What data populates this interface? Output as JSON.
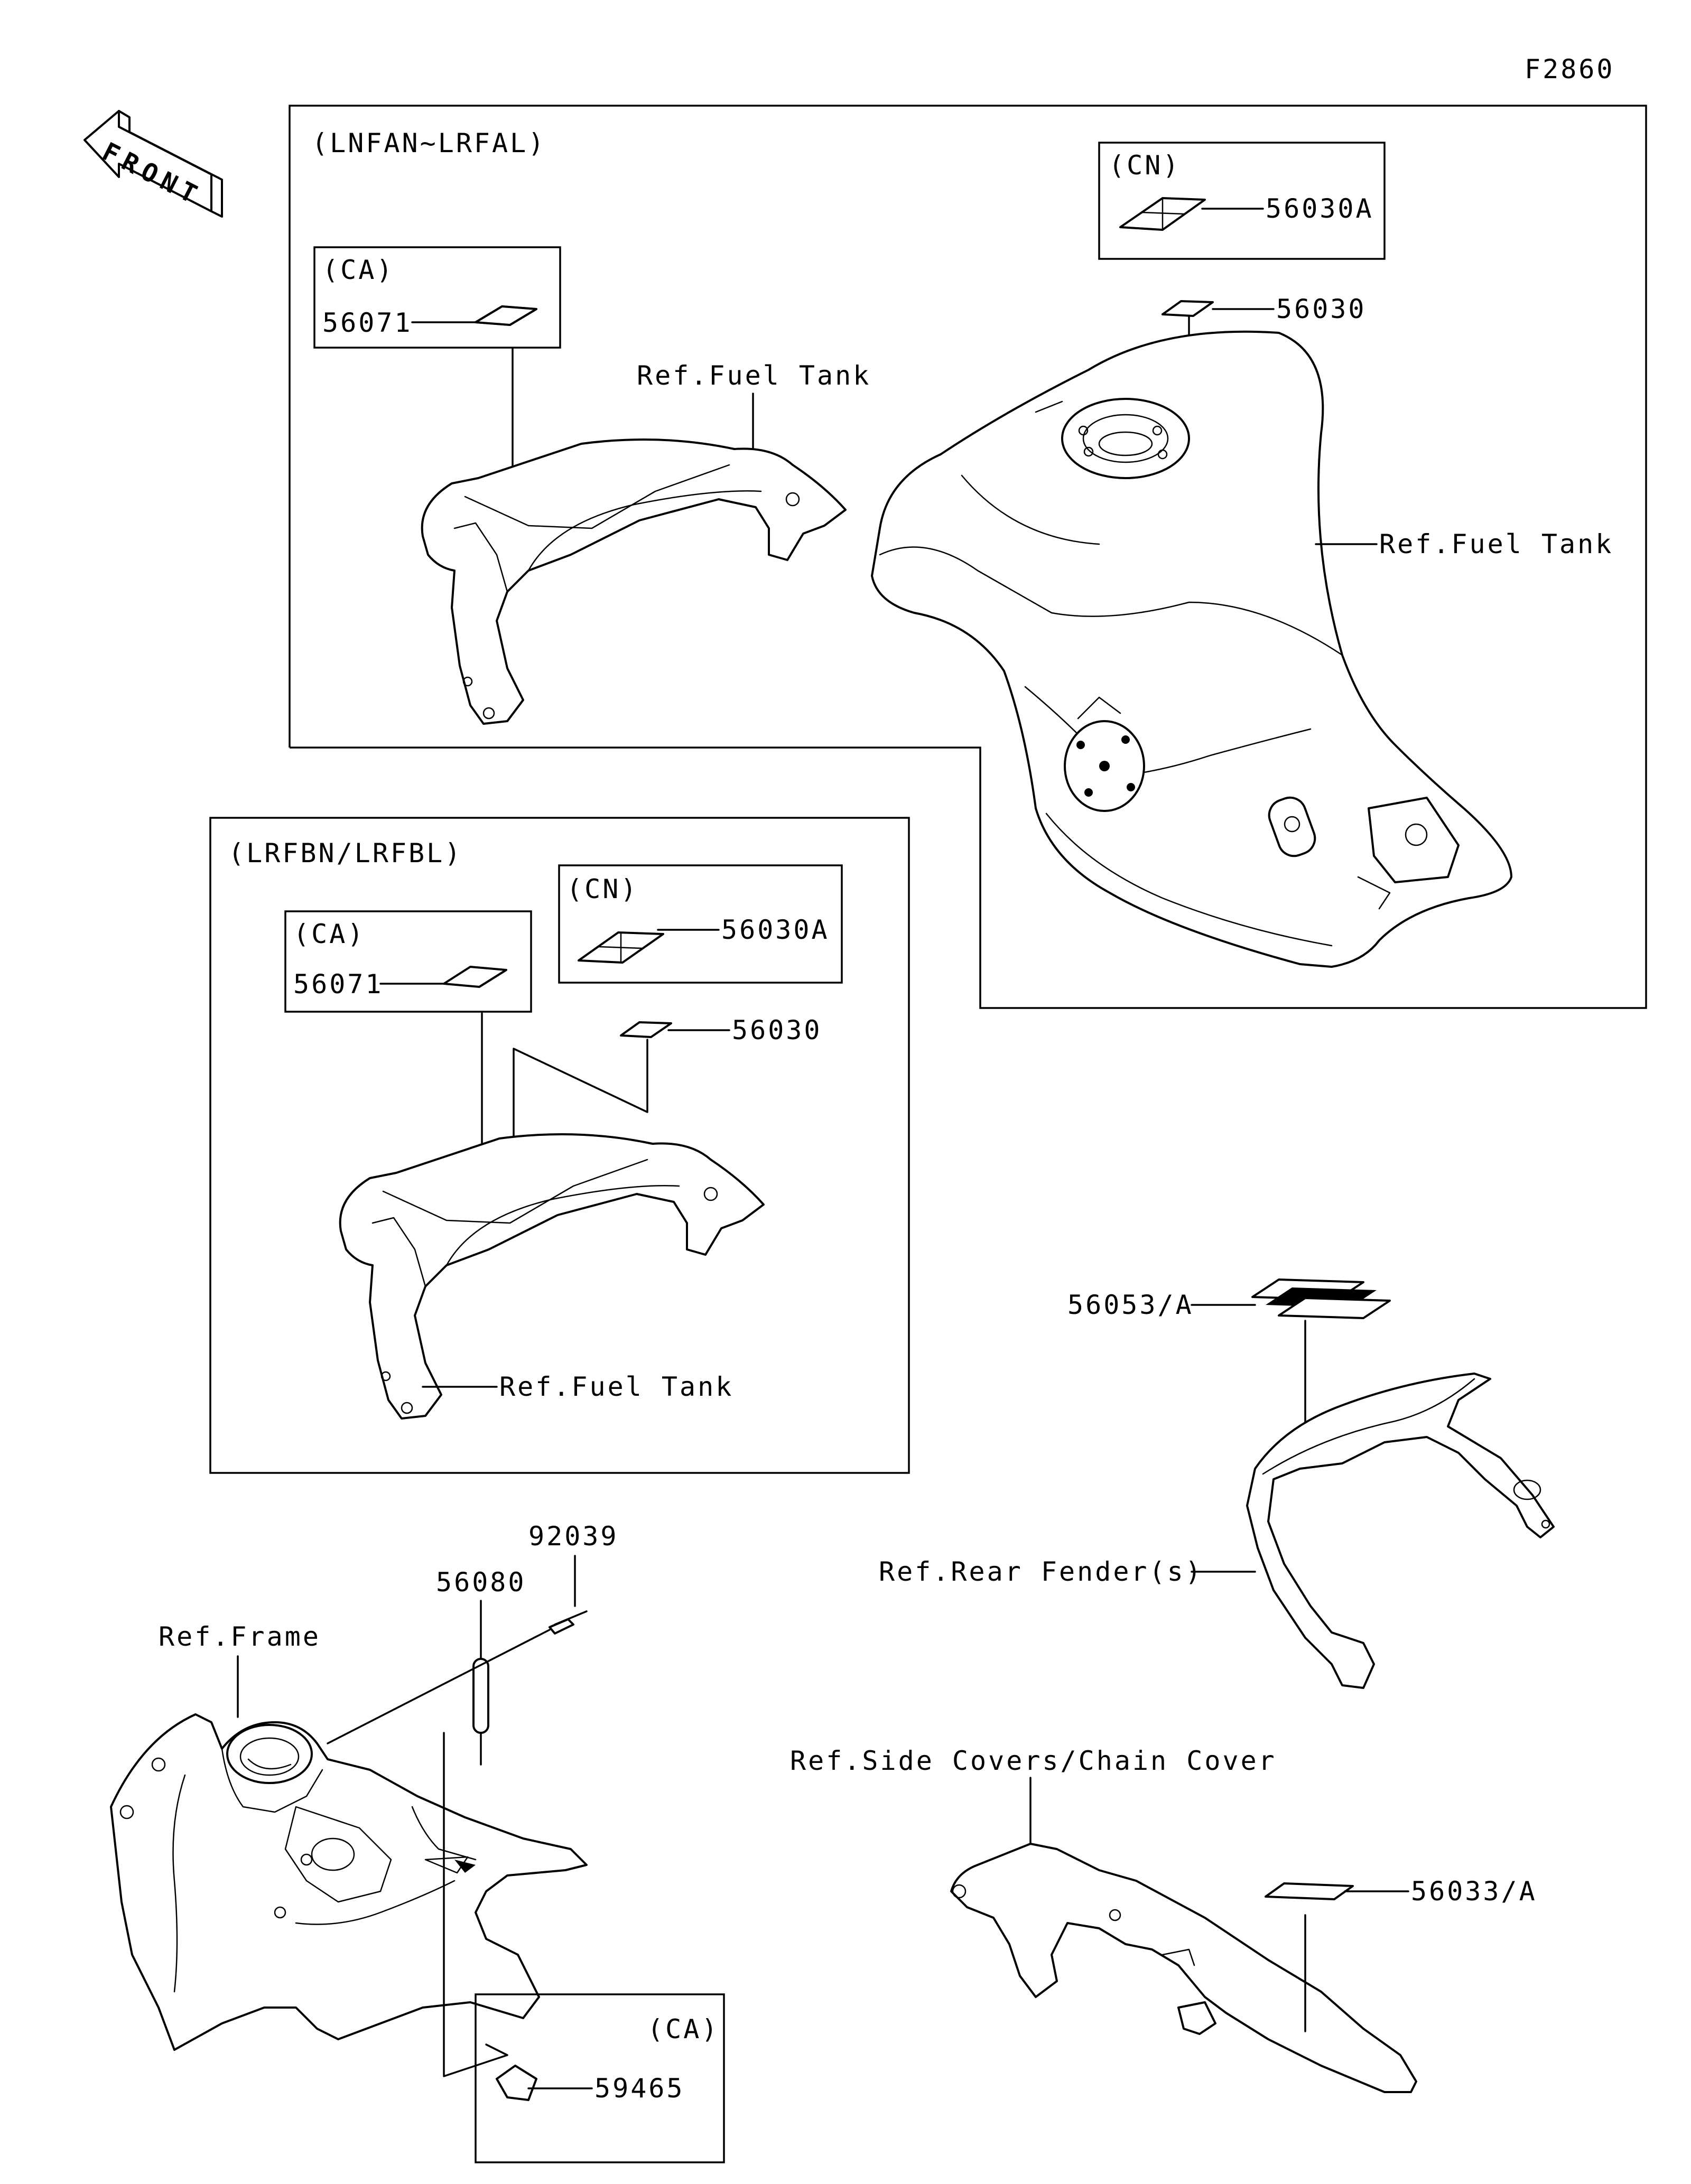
{
  "figure_code": "F2860",
  "front_arrow": {
    "text": "FRONT"
  },
  "groups": {
    "top": {
      "title": "(LNFAN~LRFAL)"
    },
    "middle": {
      "title": "(LRFBN/LRFBL)"
    }
  },
  "boxes": {
    "ca": "(CA)",
    "cn": "(CN)"
  },
  "parts": {
    "p56030": "56030",
    "p56030A": "56030A",
    "p56071": "56071",
    "p56053A": "56053/A",
    "p56033A": "56033/A",
    "p56080": "56080",
    "p92039": "92039",
    "p59465": "59465"
  },
  "refs": {
    "fuel_tank": "Ref.Fuel Tank",
    "rear_fender": "Ref.Rear Fender(s)",
    "frame": "Ref.Frame",
    "side_covers": "Ref.Side Covers/Chain Cover"
  }
}
